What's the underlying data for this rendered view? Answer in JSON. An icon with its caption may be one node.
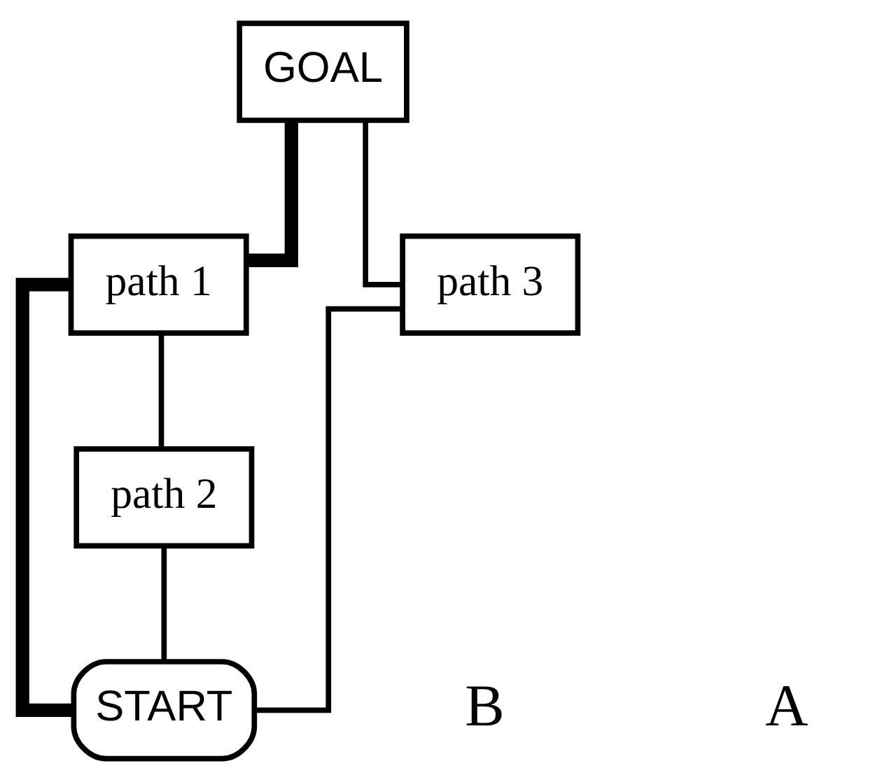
{
  "diagram": {
    "nodes": [
      {
        "text": [
          "GOAL"
        ]
      },
      {
        "text": [
          "path 1"
        ]
      },
      {
        "text": [
          "path 3"
        ]
      },
      {
        "text": [
          "path 2"
        ]
      },
      {
        "text": [
          "START"
        ]
      }
    ],
    "edges": [
      {
        "from": 4,
        "to": 1,
        "arrow": "none",
        "style": "thick"
      },
      {
        "from": 1,
        "to": 0,
        "arrow": "none",
        "style": "thick"
      },
      {
        "from": 4,
        "to": 3,
        "arrow": "none"
      },
      {
        "from": 3,
        "to": 1,
        "arrow": "none"
      },
      {
        "from": 4,
        "to": 2,
        "arrow": "none"
      },
      {
        "from": 2,
        "to": 0,
        "arrow": "none"
      }
    ],
    "labels": [
      "B",
      "A"
    ]
  }
}
